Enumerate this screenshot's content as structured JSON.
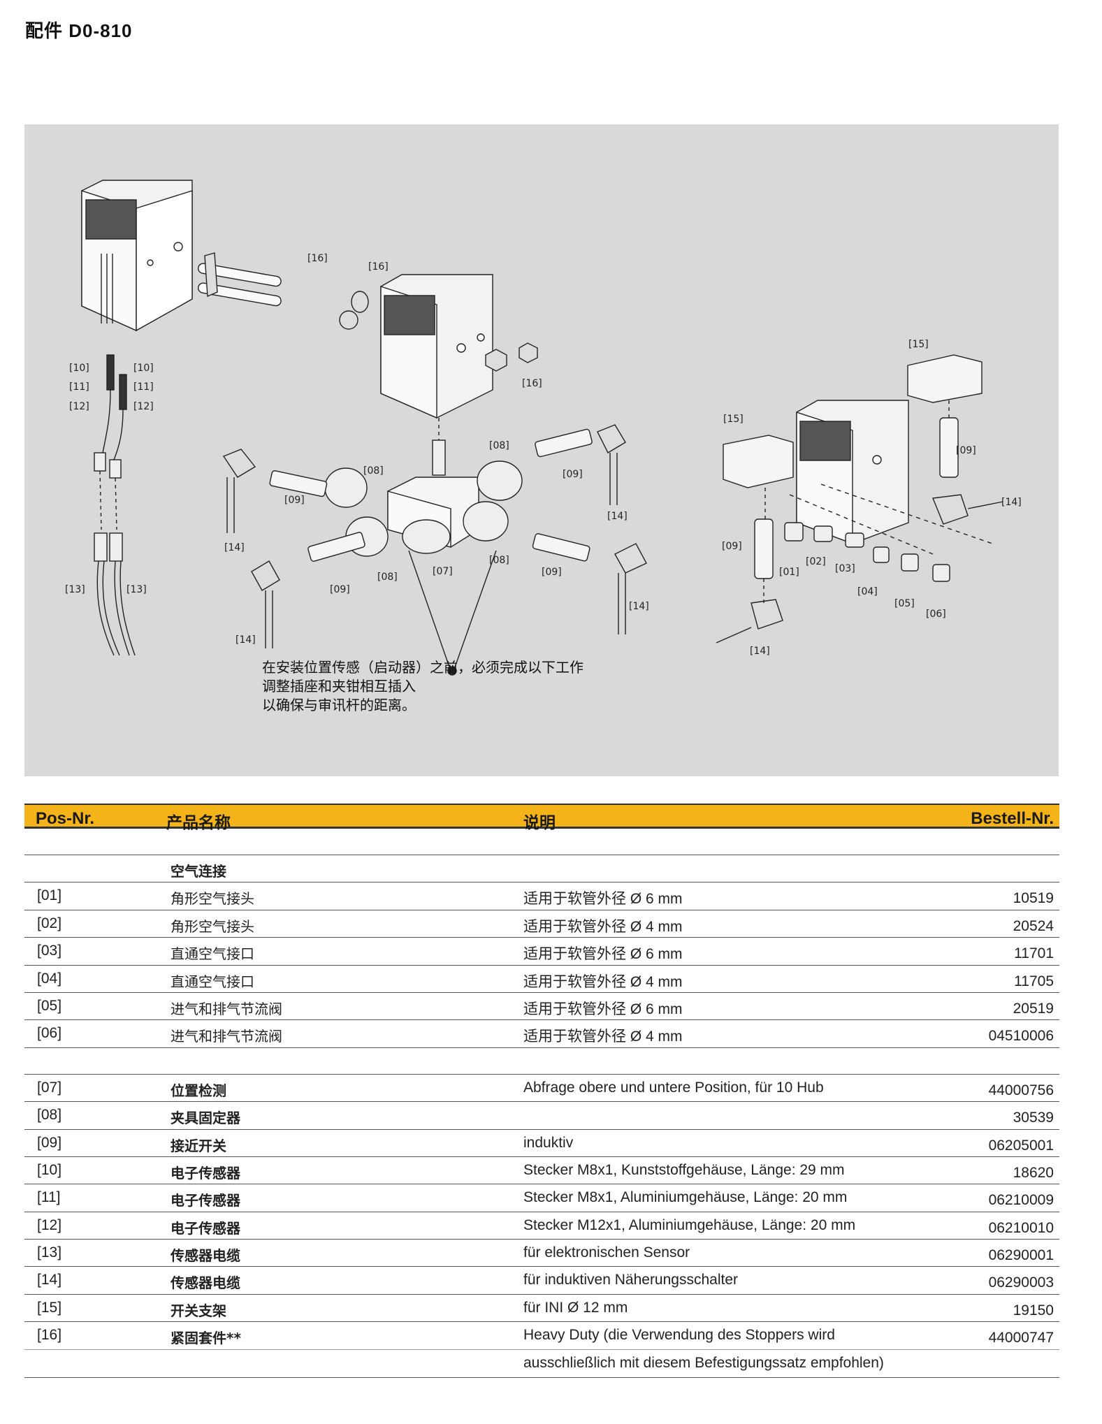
{
  "page": {
    "title": "配件 D0-810"
  },
  "figure": {
    "callouts": {
      "c16a": "[16]",
      "c16b": "[16]",
      "c16c": "[16]",
      "c10a": "[10]",
      "c11a": "[11]",
      "c12a": "[12]",
      "c10b": "[10]",
      "c11b": "[11]",
      "c12b": "[12]",
      "c13a": "[13]",
      "c13b": "[13]",
      "c08a": "[08]",
      "c08b": "[08]",
      "c08c": "[08]",
      "c08d": "[08]",
      "c09a": "[09]",
      "c09b": "[09]",
      "c09c": "[09]",
      "c09d": "[09]",
      "c14a": "[14]",
      "c14b": "[14]",
      "c14c": "[14]",
      "c14d": "[14]",
      "c07": "[07]",
      "c15a": "[15]",
      "c15b": "[15]",
      "c09e": "[09]",
      "c09f": "[09]",
      "c14e": "[14]",
      "c14f": "[14]",
      "c01": "[01]",
      "c02": "[02]",
      "c03": "[03]",
      "c04": "[04]",
      "c05": "[05]",
      "c06": "[06]"
    },
    "note": {
      "line1": "在安装位置传感（启动器）之前，必须完成以下工作",
      "line2": "调整插座和夹钳相互插入",
      "line3": "以确保与审讯杆的距离。"
    }
  },
  "table": {
    "header": {
      "pos": "Pos-Nr.",
      "name": "产品名称",
      "desc": "说明",
      "order": "Bestell-Nr."
    },
    "group1": {
      "title": "空气连接",
      "rows": [
        {
          "pos": "[01]",
          "name": "角形空气接头",
          "desc": "适用于软管外径 Ø 6 mm",
          "order": "10519"
        },
        {
          "pos": "[02]",
          "name": "角形空气接头",
          "desc": "适用于软管外径 Ø 4 mm",
          "order": "20524"
        },
        {
          "pos": "[03]",
          "name": "直通空气接口",
          "desc": "适用于软管外径 Ø 6 mm",
          "order": "11701"
        },
        {
          "pos": "[04]",
          "name": "直通空气接口",
          "desc": "适用于软管外径 Ø 4 mm",
          "order": "11705"
        },
        {
          "pos": "[05]",
          "name": "进气和排气节流阀",
          "desc": "适用于软管外径 Ø 6 mm",
          "order": "20519"
        },
        {
          "pos": "[06]",
          "name": "进气和排气节流阀",
          "desc": "适用于软管外径 Ø 4 mm",
          "order": "04510006"
        }
      ]
    },
    "group2": {
      "rows": [
        {
          "pos": "[07]",
          "name": "位置检测",
          "desc": "Abfrage obere und untere Position, für 10 Hub",
          "order": "44000756"
        },
        {
          "pos": "[08]",
          "name": "夹具固定器",
          "desc": "",
          "order": "30539"
        },
        {
          "pos": "[09]",
          "name": "接近开关",
          "desc": "induktiv",
          "order": "06205001"
        },
        {
          "pos": "[10]",
          "name": "电子传感器",
          "desc": "Stecker M8x1, Kunststoffgehäuse, Länge: 29 mm",
          "order": "18620"
        },
        {
          "pos": "[11]",
          "name": "电子传感器",
          "desc": "Stecker M8x1, Aluminiumgehäuse, Länge: 20 mm",
          "order": "06210009"
        },
        {
          "pos": "[12]",
          "name": "电子传感器",
          "desc": "Stecker M12x1, Aluminiumgehäuse, Länge: 20 mm",
          "order": "06210010"
        },
        {
          "pos": "[13]",
          "name": "传感器电缆",
          "desc": "für elektronischen Sensor",
          "order": "06290001"
        },
        {
          "pos": "[14]",
          "name": "传感器电缆",
          "desc": "für induktiven Näherungsschalter",
          "order": "06290003"
        },
        {
          "pos": "[15]",
          "name": "开关支架",
          "desc": "für INI Ø 12 mm",
          "order": "19150"
        },
        {
          "pos": "[16]",
          "name": "紧固套件**",
          "desc": "Heavy Duty (die Verwendung des Stoppers wird",
          "order": "44000747"
        }
      ],
      "continuation": "ausschließlich mit diesem Befestigungssatz empfohlen)"
    }
  }
}
